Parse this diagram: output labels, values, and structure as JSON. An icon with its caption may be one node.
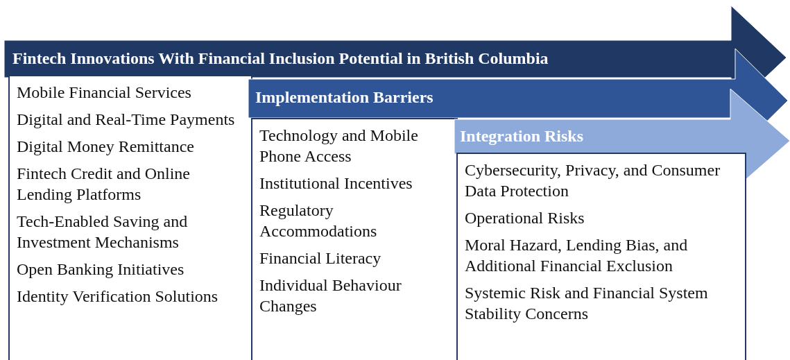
{
  "diagram": {
    "nodes": [
      {
        "text": [
          "Fintech Innovations With Financial Inclusion Potential in British Columbia"
        ]
      },
      {
        "text": [
          "Mobile Financial Services",
          "Digital and Real-Time Payments",
          "Digital Money Remittance",
          "Fintech Credit and Online Lending Platforms",
          "Tech-Enabled Saving and Investment Mechanisms",
          "Open Banking Initiatives",
          "Identity Verification Solutions"
        ]
      },
      {
        "text": [
          "Implementation Barriers"
        ]
      },
      {
        "text": [
          "Technology and Mobile Phone Access",
          "Institutional Incentives",
          "Regulatory Accommodations",
          "Financial Literacy",
          "Individual Behaviour Changes"
        ]
      },
      {
        "text": [
          "Integration Risks"
        ]
      },
      {
        "text": [
          "Cybersecurity, Privacy, and Consumer Data Protection",
          "Operational Risks",
          "Moral Hazard, Lending Bias, and Additional Financial Exclusion",
          "Systemic Risk and Financial System Stability Concerns"
        ]
      }
    ],
    "edges": []
  }
}
